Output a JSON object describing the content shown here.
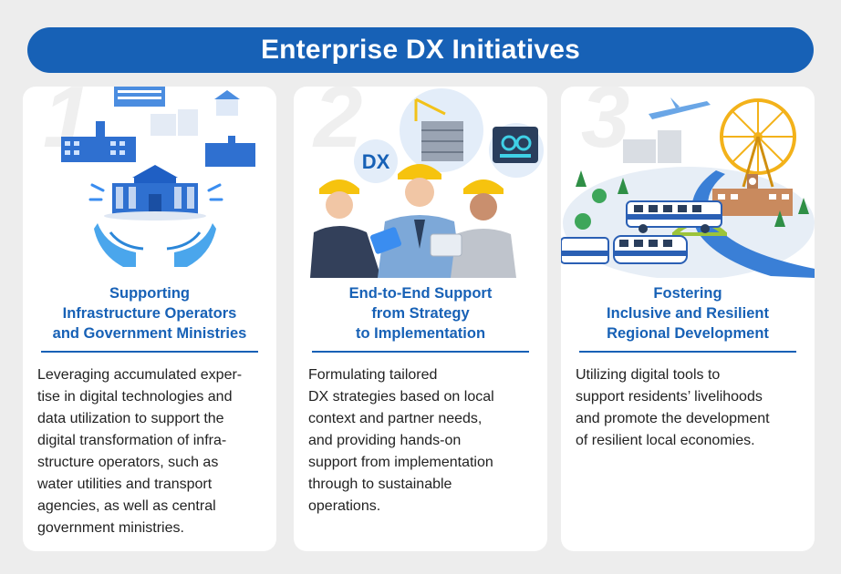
{
  "title": "Enterprise DX Initiatives",
  "cards": [
    {
      "number": "1",
      "heading_lines": [
        "Supporting",
        "Infrastructure Operators",
        "and Government Ministries"
      ],
      "body_lines": [
        "Leveraging accumulated exper-",
        "tise in digital technologies and",
        "data utilization to support the",
        "digital transformation of infra-",
        "structure operators, such as",
        "water utilities and transport",
        "agencies, as well as central",
        "government ministries."
      ],
      "illustration": "government-buildings-in-hands-icon"
    },
    {
      "number": "2",
      "heading_lines": [
        "End-to-End Support",
        "from Strategy",
        "to Implementation"
      ],
      "body_lines": [
        "Formulating tailored",
        "DX strategies based on local",
        "context and partner needs,",
        "and providing hands-on",
        "support from implementation",
        "through to sustainable",
        "operations."
      ],
      "illustration": "workers-in-hard-hats-icon",
      "bubble_text": "DX"
    },
    {
      "number": "3",
      "heading_lines": [
        "Fostering",
        "Inclusive and Resilient",
        "Regional Development"
      ],
      "body_lines": [
        "Utilizing digital tools to",
        "support residents’ livelihoods",
        "and promote the development",
        "of resilient local economies."
      ],
      "illustration": "regional-town-icon"
    }
  ],
  "colors": {
    "accent": "#1761b6",
    "background": "#ededed",
    "card": "#ffffff"
  }
}
